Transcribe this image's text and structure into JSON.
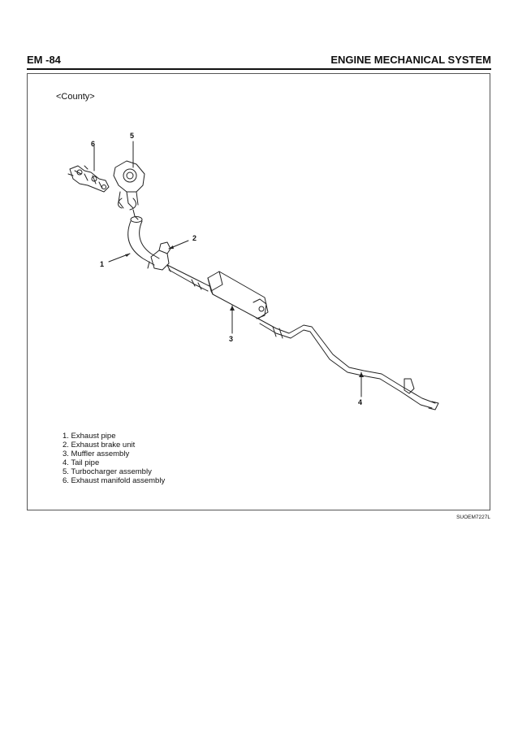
{
  "header": {
    "page_code": "EM -84",
    "section_title": "ENGINE MECHANICAL SYSTEM"
  },
  "figure": {
    "subtitle": "<County>",
    "callouts": [
      "1",
      "2",
      "3",
      "4",
      "5",
      "6"
    ],
    "legend": [
      "1.  Exhaust pipe",
      "2.  Exhaust brake unit",
      "3.  Muffler assembly",
      "4.  Tail pipe",
      "5.  Turbocharger assembly",
      "6.  Exhaust manifold assembly"
    ],
    "figure_code": "SUOEM7227L"
  }
}
